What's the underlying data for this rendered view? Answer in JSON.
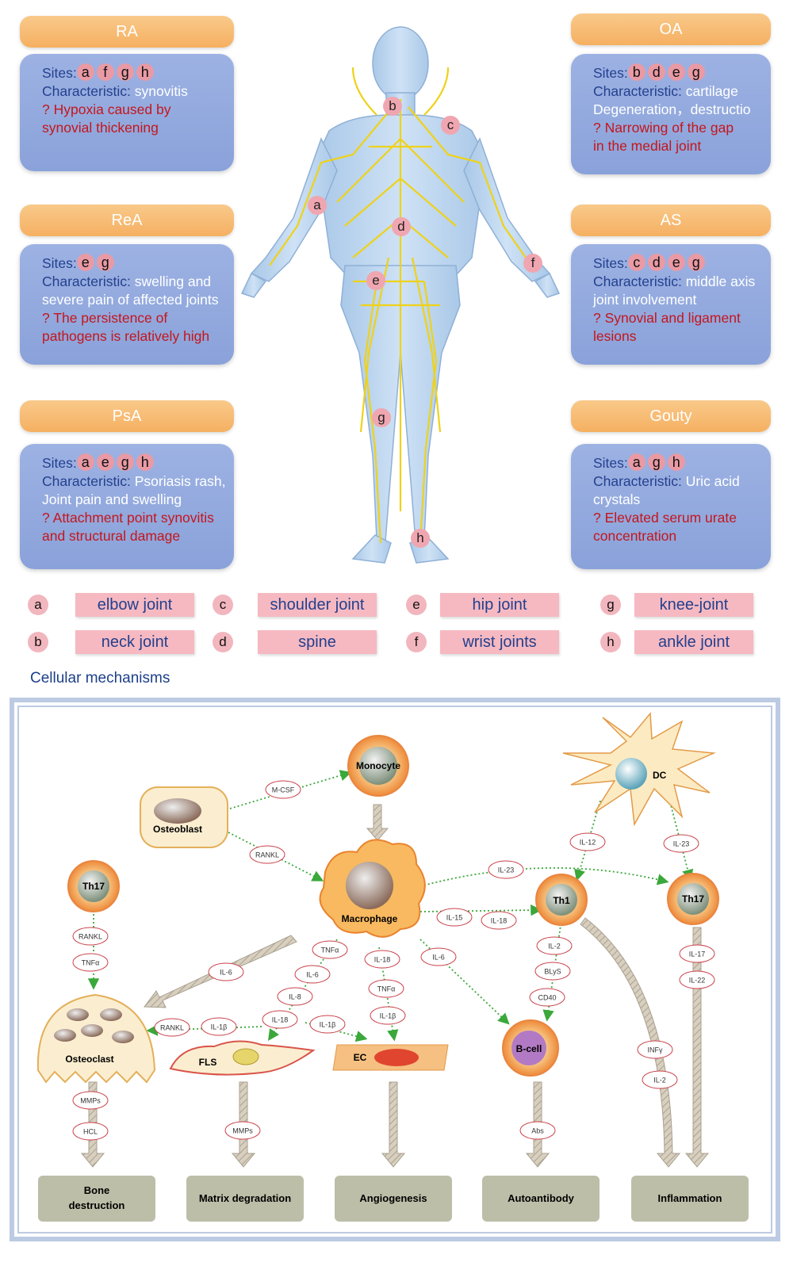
{
  "diseases": {
    "ra": {
      "name": "RA",
      "sites": [
        "a",
        "f",
        "g",
        "h"
      ],
      "char": "synovitis",
      "red": [
        "Hypoxia caused by",
        "synovial thickening"
      ]
    },
    "oa": {
      "name": "OA",
      "sites": [
        "b",
        "d",
        "e",
        "g"
      ],
      "char": "cartilage",
      "char2": "Degeneration，destructio",
      "red": [
        "Narrowing of the gap",
        "in the medial joint"
      ]
    },
    "rea": {
      "name": "ReA",
      "sites": [
        "e",
        "g"
      ],
      "char": "swelling and",
      "char2": "severe pain of affected joints",
      "red": [
        "The persistence of",
        "pathogens is relatively high"
      ]
    },
    "as": {
      "name": "AS",
      "sites": [
        "c",
        "d",
        "e",
        "g"
      ],
      "char": "middle axis",
      "char2": " joint involvement",
      "red": [
        "Synovial and ligament",
        "lesions"
      ]
    },
    "psa": {
      "name": "PsA",
      "sites": [
        "a",
        "e",
        "g",
        "h"
      ],
      "char": "Psoriasis rash,",
      "char2": "Joint pain and swelling",
      "red": [
        "Attachment point synovitis",
        "and structural damage"
      ]
    },
    "gouty": {
      "name": "Gouty",
      "sites": [
        "a",
        "g",
        "h"
      ],
      "char": "Uric acid",
      "char2": "crystals",
      "red": [
        "Elevated serum urate",
        "concentration"
      ]
    }
  },
  "labels": {
    "sites": "Sites:",
    "characteristic": "Characteristic:",
    "q": "?"
  },
  "legend": [
    {
      "letter": "a",
      "name": "elbow joint"
    },
    {
      "letter": "b",
      "name": "neck joint"
    },
    {
      "letter": "c",
      "name": "shoulder joint"
    },
    {
      "letter": "d",
      "name": "spine"
    },
    {
      "letter": "e",
      "name": "hip joint"
    },
    {
      "letter": "f",
      "name": "wrist joints"
    },
    {
      "letter": "g",
      "name": "knee-joint"
    },
    {
      "letter": "h",
      "name": "ankle joint"
    }
  ],
  "body_pins": {
    "a": "a",
    "b": "b",
    "c": "c",
    "d": "d",
    "e": "e",
    "f": "f",
    "g": "g",
    "h": "h"
  },
  "cell_title": "Cellular mechanisms",
  "cells": {
    "monocyte": "Monocyte",
    "osteoblast": "Osteoblast",
    "dc": "DC",
    "macrophage": "Macrophage",
    "th17_left": "Th17",
    "th1": "Th1",
    "th17_right": "Th17",
    "osteoclast": "Osteoclast",
    "fls": "FLS",
    "ec": "EC",
    "bcell": "B-cell"
  },
  "cytokines": {
    "mcsf": "M-CSF",
    "rankl_ob": "RANKL",
    "il12": "IL-12",
    "il23_dc": "IL-23",
    "il23_mac": "IL-23",
    "il15": "IL-15",
    "il18_th1": "IL-18",
    "rankl_th17": "RANKL",
    "tnfa_th17": "TNFα",
    "il6_oc": "IL-6",
    "tnfa_m": "TNFα",
    "il6_m": "IL-6",
    "il8": "IL-8",
    "il18_fls": "IL-18",
    "il18_ec": "IL-18",
    "tnfa_ec": "TNFα",
    "il1b_ec": "IL-1β",
    "il1b_fls": "IL-1β",
    "rankl_oc": "RANKL",
    "il1b_oc": "IL-1β",
    "il6_b": "IL-6",
    "il2": "IL-2",
    "blys": "BLyS",
    "cd40": "CD40",
    "il17": "IL-17",
    "il22": "IL-22",
    "infy": "INFγ",
    "il2_b": "IL-2",
    "mmps_oc": "MMPs",
    "hcl": "HCL",
    "mmps_fls": "MMPs",
    "abs": "Abs"
  },
  "outcomes": [
    "Bone\ndestruction",
    "Matrix degradation",
    "Angiogenesis",
    "Autoantibody",
    "Inflammation"
  ]
}
